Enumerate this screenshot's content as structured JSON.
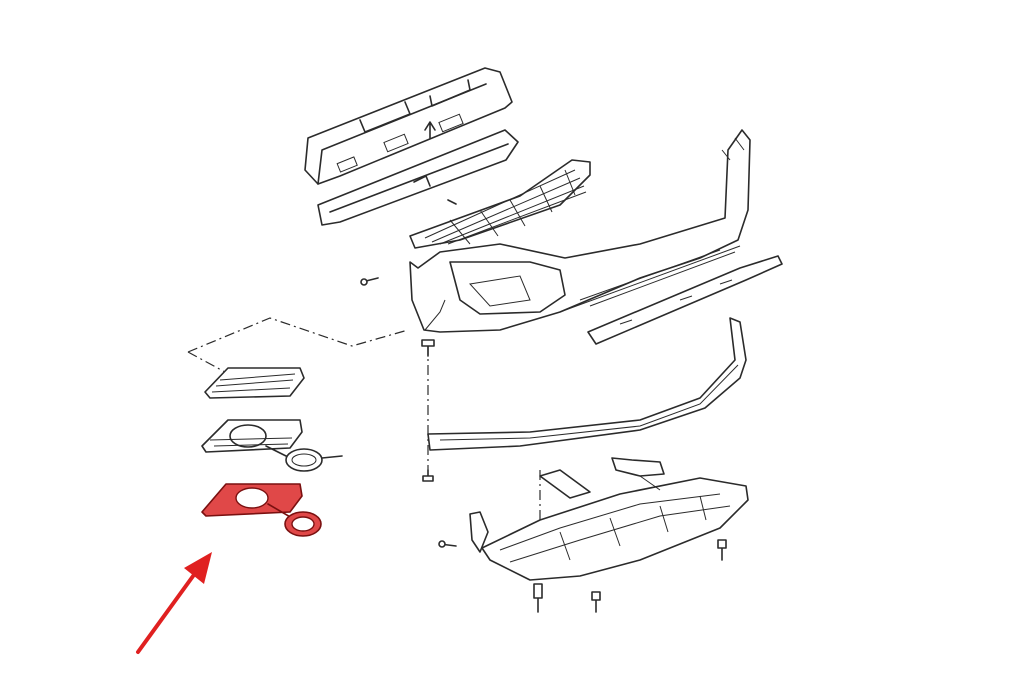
{
  "diagram": {
    "highlight_color": "#e04848",
    "arrow_color": "#e02020",
    "line_color": "#2b2b2b",
    "background": "#ffffff"
  },
  "parts": [
    {
      "name": "impact-absorber"
    },
    {
      "name": "reinforcement-bar"
    },
    {
      "name": "upper-grille"
    },
    {
      "name": "bumper-cover"
    },
    {
      "name": "lower-trim-strip"
    },
    {
      "name": "spoiler-lip"
    },
    {
      "name": "fog-lamp-grille-blank"
    },
    {
      "name": "fog-lamp-bezel-with-ring"
    },
    {
      "name": "fog-lamp-bezel-highlighted"
    },
    {
      "name": "underbody-skid-plate"
    }
  ]
}
